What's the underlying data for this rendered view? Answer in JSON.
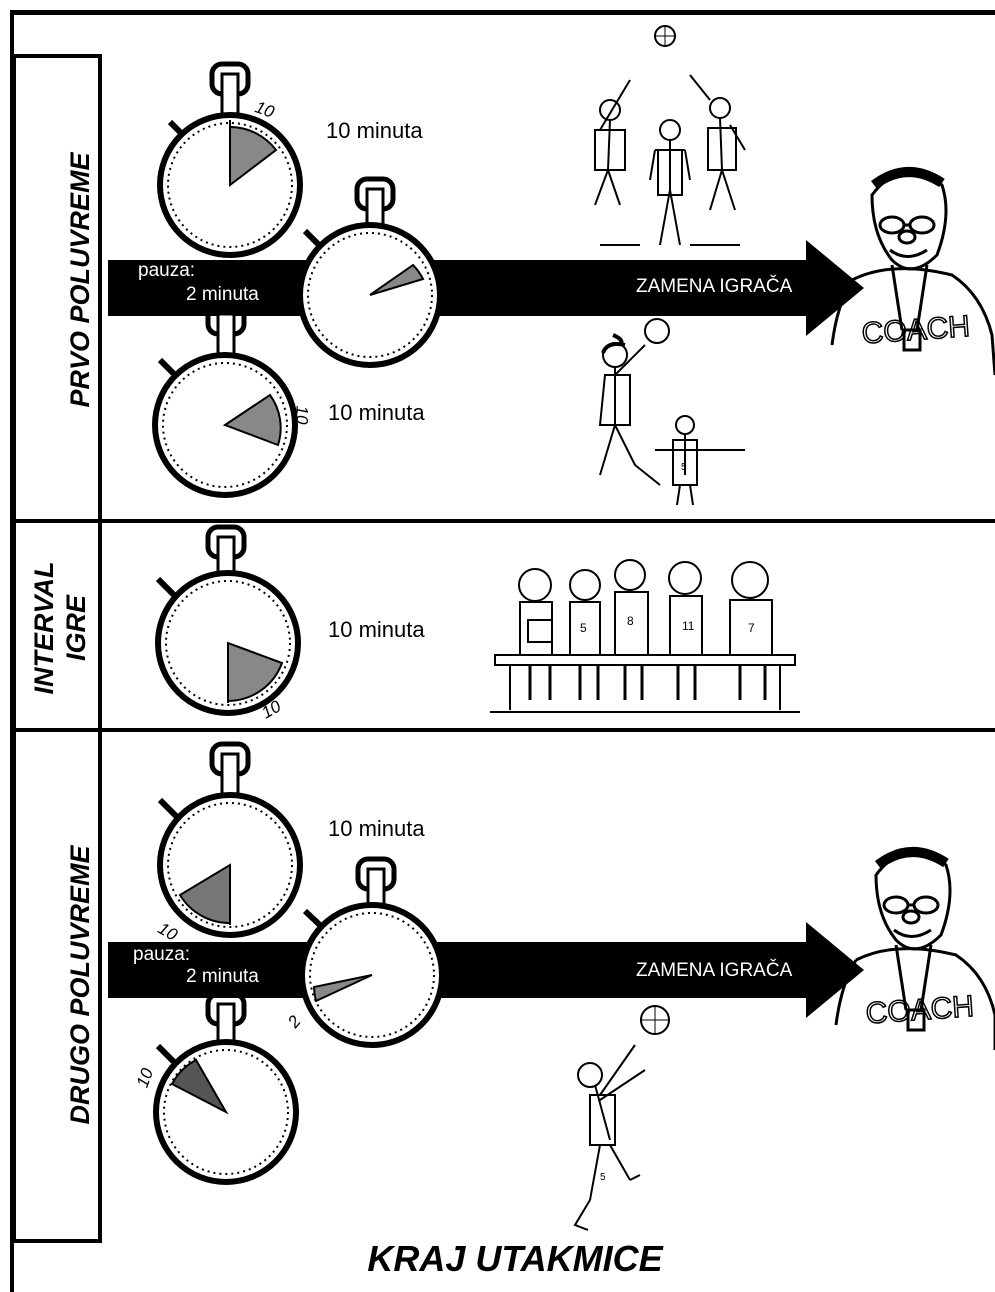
{
  "sections": {
    "first_half": {
      "label": "PRVO POLUVREME",
      "top_minutes": "10 minuta",
      "bottom_minutes": "10 minuta",
      "pause_label": "pauza:",
      "pause_duration": "2 minuta",
      "substitution": "ZAMENA IGRAČA",
      "dial_marks": [
        "10",
        "10"
      ]
    },
    "interval": {
      "label_line1": "INTERVAL",
      "label_line2": "IGRE",
      "minutes": "10 minuta",
      "dial_mark": "10"
    },
    "second_half": {
      "label": "DRUGO POLUVREME",
      "top_minutes": "10 minuta",
      "pause_label": "pauza:",
      "pause_duration": "2 minuta",
      "substitution": "ZAMENA IGRAČA",
      "dial_marks": [
        "10",
        "2",
        "10"
      ]
    }
  },
  "coach_text": "COACH",
  "end_title": "KRAJ UTAKMICE"
}
